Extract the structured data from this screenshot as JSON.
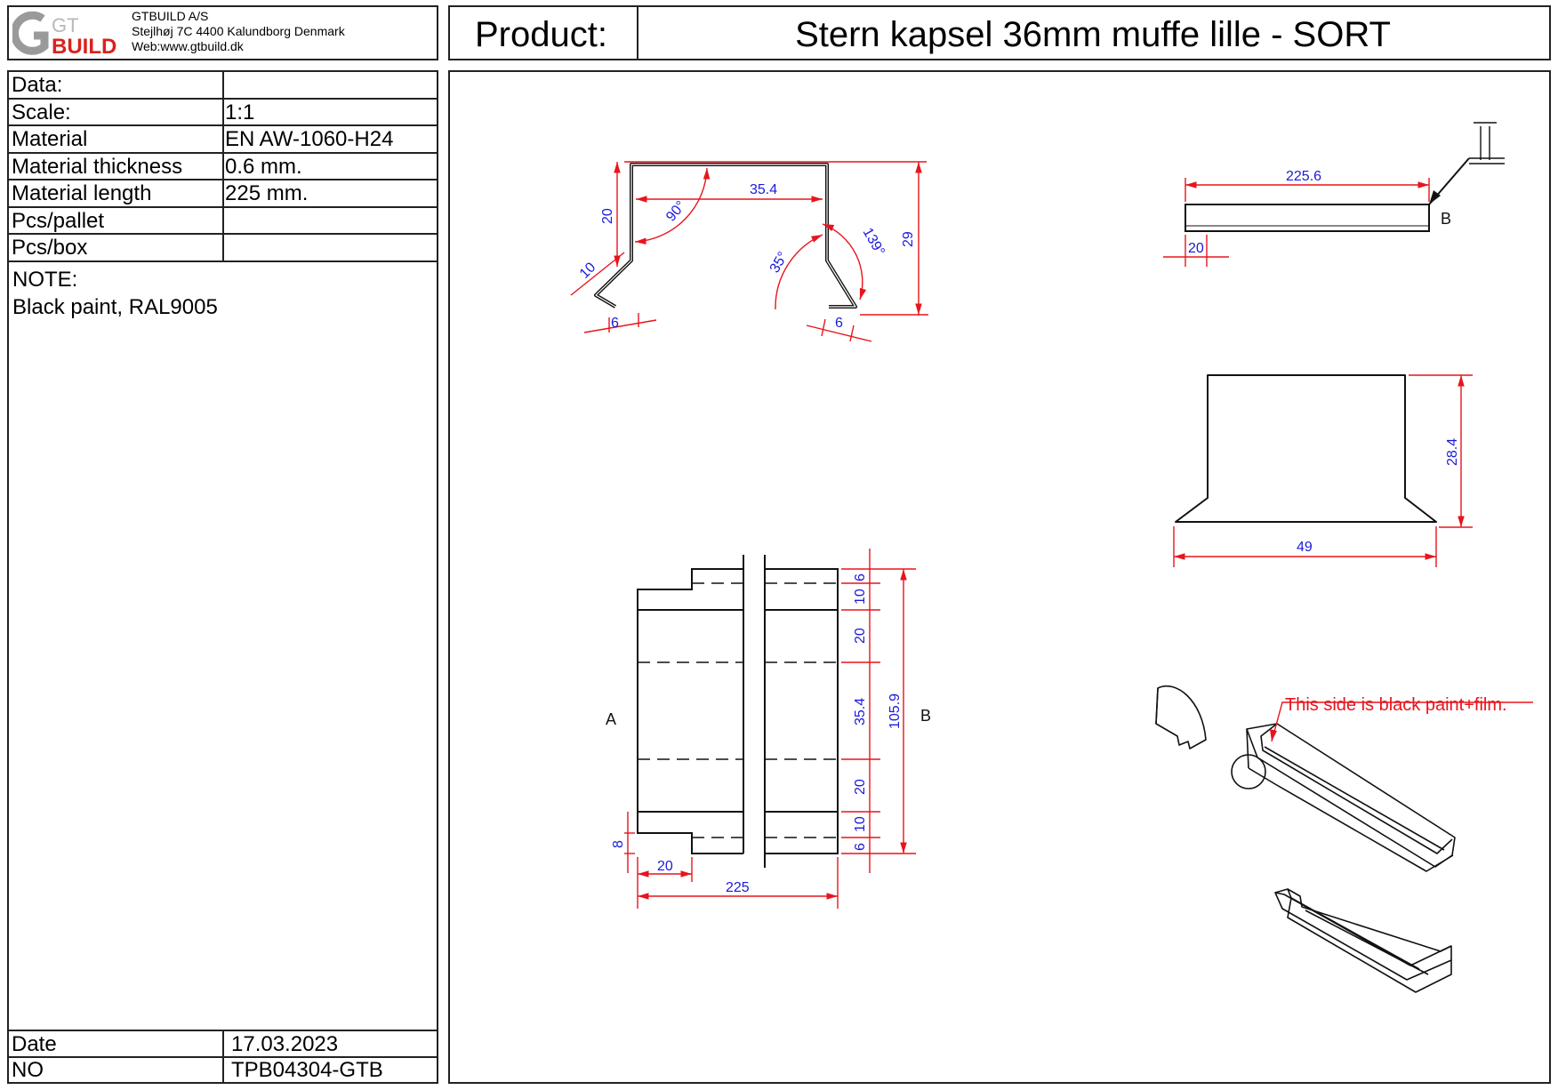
{
  "company": {
    "logo_text_top": "GT",
    "logo_text_bottom": "BUILD",
    "name": "GTBUILD A/S",
    "address": "Stejlhøj 7C 4400 Kalundborg Denmark",
    "web": "Web:www.gtbuild.dk"
  },
  "product": {
    "label": "Product:",
    "name": "Stern kapsel 36mm muffe lille - SORT"
  },
  "specs": [
    {
      "label": "Data:",
      "value": ""
    },
    {
      "label": "Scale:",
      "value": "1:1"
    },
    {
      "label": "Material",
      "value": "EN AW-1060-H24"
    },
    {
      "label": "Material thickness",
      "value": "0.6 mm."
    },
    {
      "label": "Material length",
      "value": "225 mm."
    },
    {
      "label": "Pcs/pallet",
      "value": ""
    },
    {
      "label": "Pcs/box",
      "value": ""
    }
  ],
  "note": {
    "label": "NOTE:",
    "text": "Black paint, RAL9005"
  },
  "footer": {
    "date_label": "Date",
    "date_value": "17.03.2023",
    "no_label": "NO",
    "no_value": "TPB04304-GTB"
  },
  "drawing": {
    "colors": {
      "line": "#111111",
      "dim": "#e8141c",
      "dim_text": "#1a1adc",
      "note": "#e8141c"
    },
    "profile_dims": {
      "width": "35.4",
      "left_height": "20",
      "right_height": "29",
      "lip": "10",
      "left_flange": "6",
      "right_flange": "6",
      "angle_top": "90°",
      "angle_right": "139°",
      "angle_inner": "35°"
    },
    "side_view": {
      "length": "225.6",
      "offset": "20",
      "section_label": "B"
    },
    "end_view": {
      "height": "28.4",
      "width": "49"
    },
    "flat_pattern": {
      "label_left": "A",
      "label_right": "B",
      "segments": [
        "6",
        "10",
        "20",
        "35.4",
        "20",
        "10",
        "6"
      ],
      "total_height": "105.9",
      "notch": "8",
      "notch_width": "20",
      "length": "225"
    },
    "iso_note": "This side is black paint+film."
  }
}
